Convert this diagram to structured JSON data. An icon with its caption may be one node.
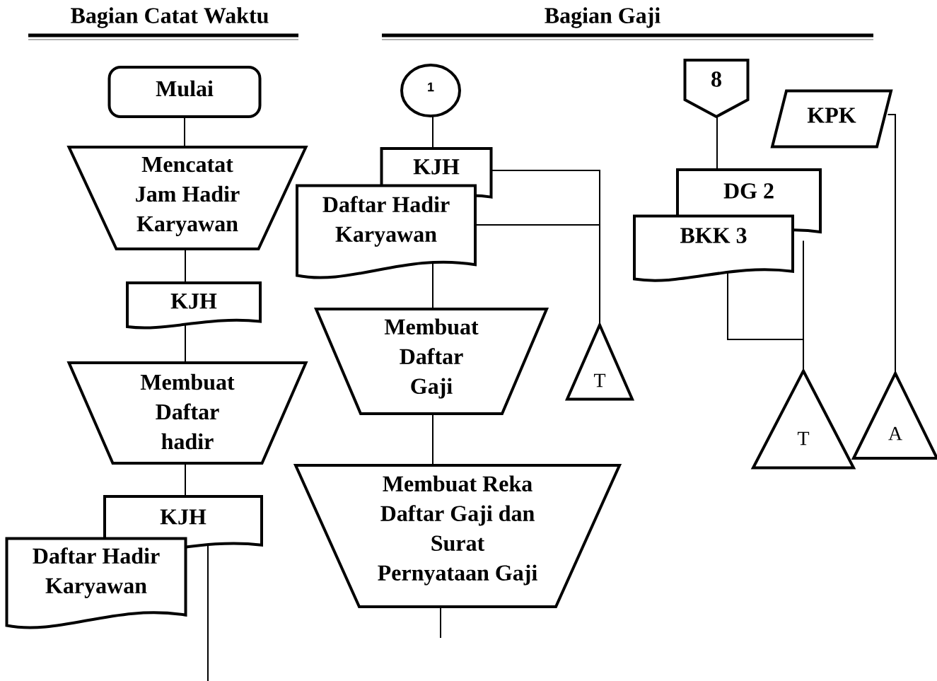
{
  "diagram": {
    "nodes": [
      {
        "text": [
          "Mulai"
        ]
      },
      {
        "text": [
          "Mencatat Jam Hadir Karyawan"
        ]
      },
      {
        "text": [
          "KJH"
        ]
      },
      {
        "text": [
          "Membuat Daftar hadir"
        ]
      },
      {
        "text": [
          "KJH"
        ]
      },
      {
        "text": [
          "Daftar Hadir Karyawan"
        ]
      },
      {
        "text": [
          "1"
        ]
      },
      {
        "text": [
          "KJH"
        ]
      },
      {
        "text": [
          "Daftar Hadir Karyawan"
        ]
      },
      {
        "text": [
          "Membuat Daftar Gaji"
        ]
      },
      {
        "text": [
          "T"
        ]
      },
      {
        "text": [
          "Membuat Reka Daftar Gaji dan Surat Pernyataan Gaji"
        ]
      },
      {
        "text": [
          "8"
        ]
      },
      {
        "text": [
          "KPK"
        ]
      },
      {
        "text": [
          "DG 2"
        ]
      },
      {
        "text": [
          "BKK 3"
        ]
      },
      {
        "text": [
          "T"
        ]
      },
      {
        "text": [
          "A"
        ]
      }
    ],
    "edges": [
      {
        "from": 0,
        "to": 1,
        "arrow": "none"
      },
      {
        "from": 1,
        "to": 2,
        "arrow": "none"
      },
      {
        "from": 2,
        "to": 3,
        "arrow": "none"
      },
      {
        "from": 3,
        "to": 4,
        "arrow": "none"
      },
      {
        "from": 4,
        "to": null,
        "arrow": "none"
      },
      {
        "from": 6,
        "to": 7,
        "arrow": "none"
      },
      {
        "from": 7,
        "to": 10,
        "arrow": "none"
      },
      {
        "from": 8,
        "to": 10,
        "arrow": "none"
      },
      {
        "from": 8,
        "to": 9,
        "arrow": "none"
      },
      {
        "from": 9,
        "to": 11,
        "arrow": "none"
      },
      {
        "from": 11,
        "to": null,
        "arrow": "none"
      },
      {
        "from": 12,
        "to": 14,
        "arrow": "none"
      },
      {
        "from": 14,
        "to": 16,
        "arrow": "none"
      },
      {
        "from": 15,
        "to": 16,
        "arrow": "none"
      },
      {
        "from": 13,
        "to": 17,
        "arrow": "none"
      }
    ],
    "labels": [
      "Bagian Catat Waktu",
      "Bagian Gaji"
    ]
  }
}
